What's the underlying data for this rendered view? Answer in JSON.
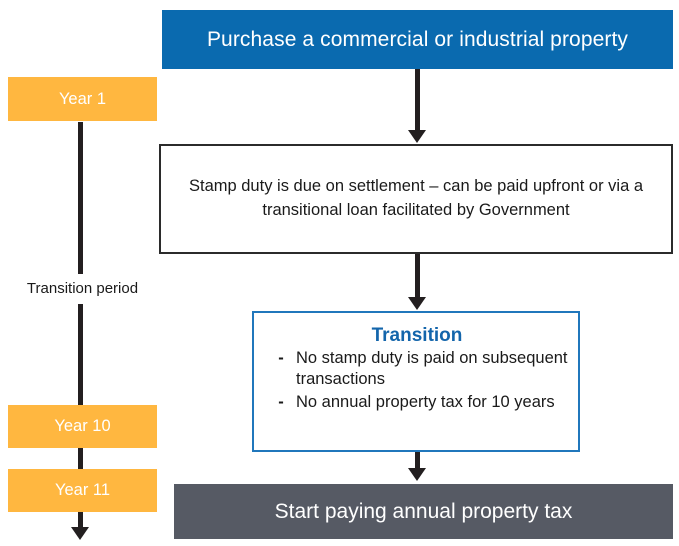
{
  "diagram": {
    "title_blue": "Purchase a commercial or industrial property",
    "stamp_duty_box": "Stamp duty is due on settlement – can be paid upfront or via a transitional loan facilitated by Government",
    "transition": {
      "heading": "Transition",
      "bullet_marker": "-",
      "items": [
        "No stamp duty is paid on subsequent transactions",
        "No annual property tax for 10 years"
      ]
    },
    "end_box": "Start paying annual property tax",
    "timeline": {
      "year_first": "Year 1",
      "period_label": "Transition period",
      "year_ten": "Year 10",
      "year_eleven": "Year 11"
    },
    "colors": {
      "header_blue": "#0a6aaf",
      "accent_blue": "#1365ab",
      "border_blue": "#2077bc",
      "orange": "#ffb740",
      "gray": "#565a64",
      "line_dark": "#231f20"
    }
  }
}
